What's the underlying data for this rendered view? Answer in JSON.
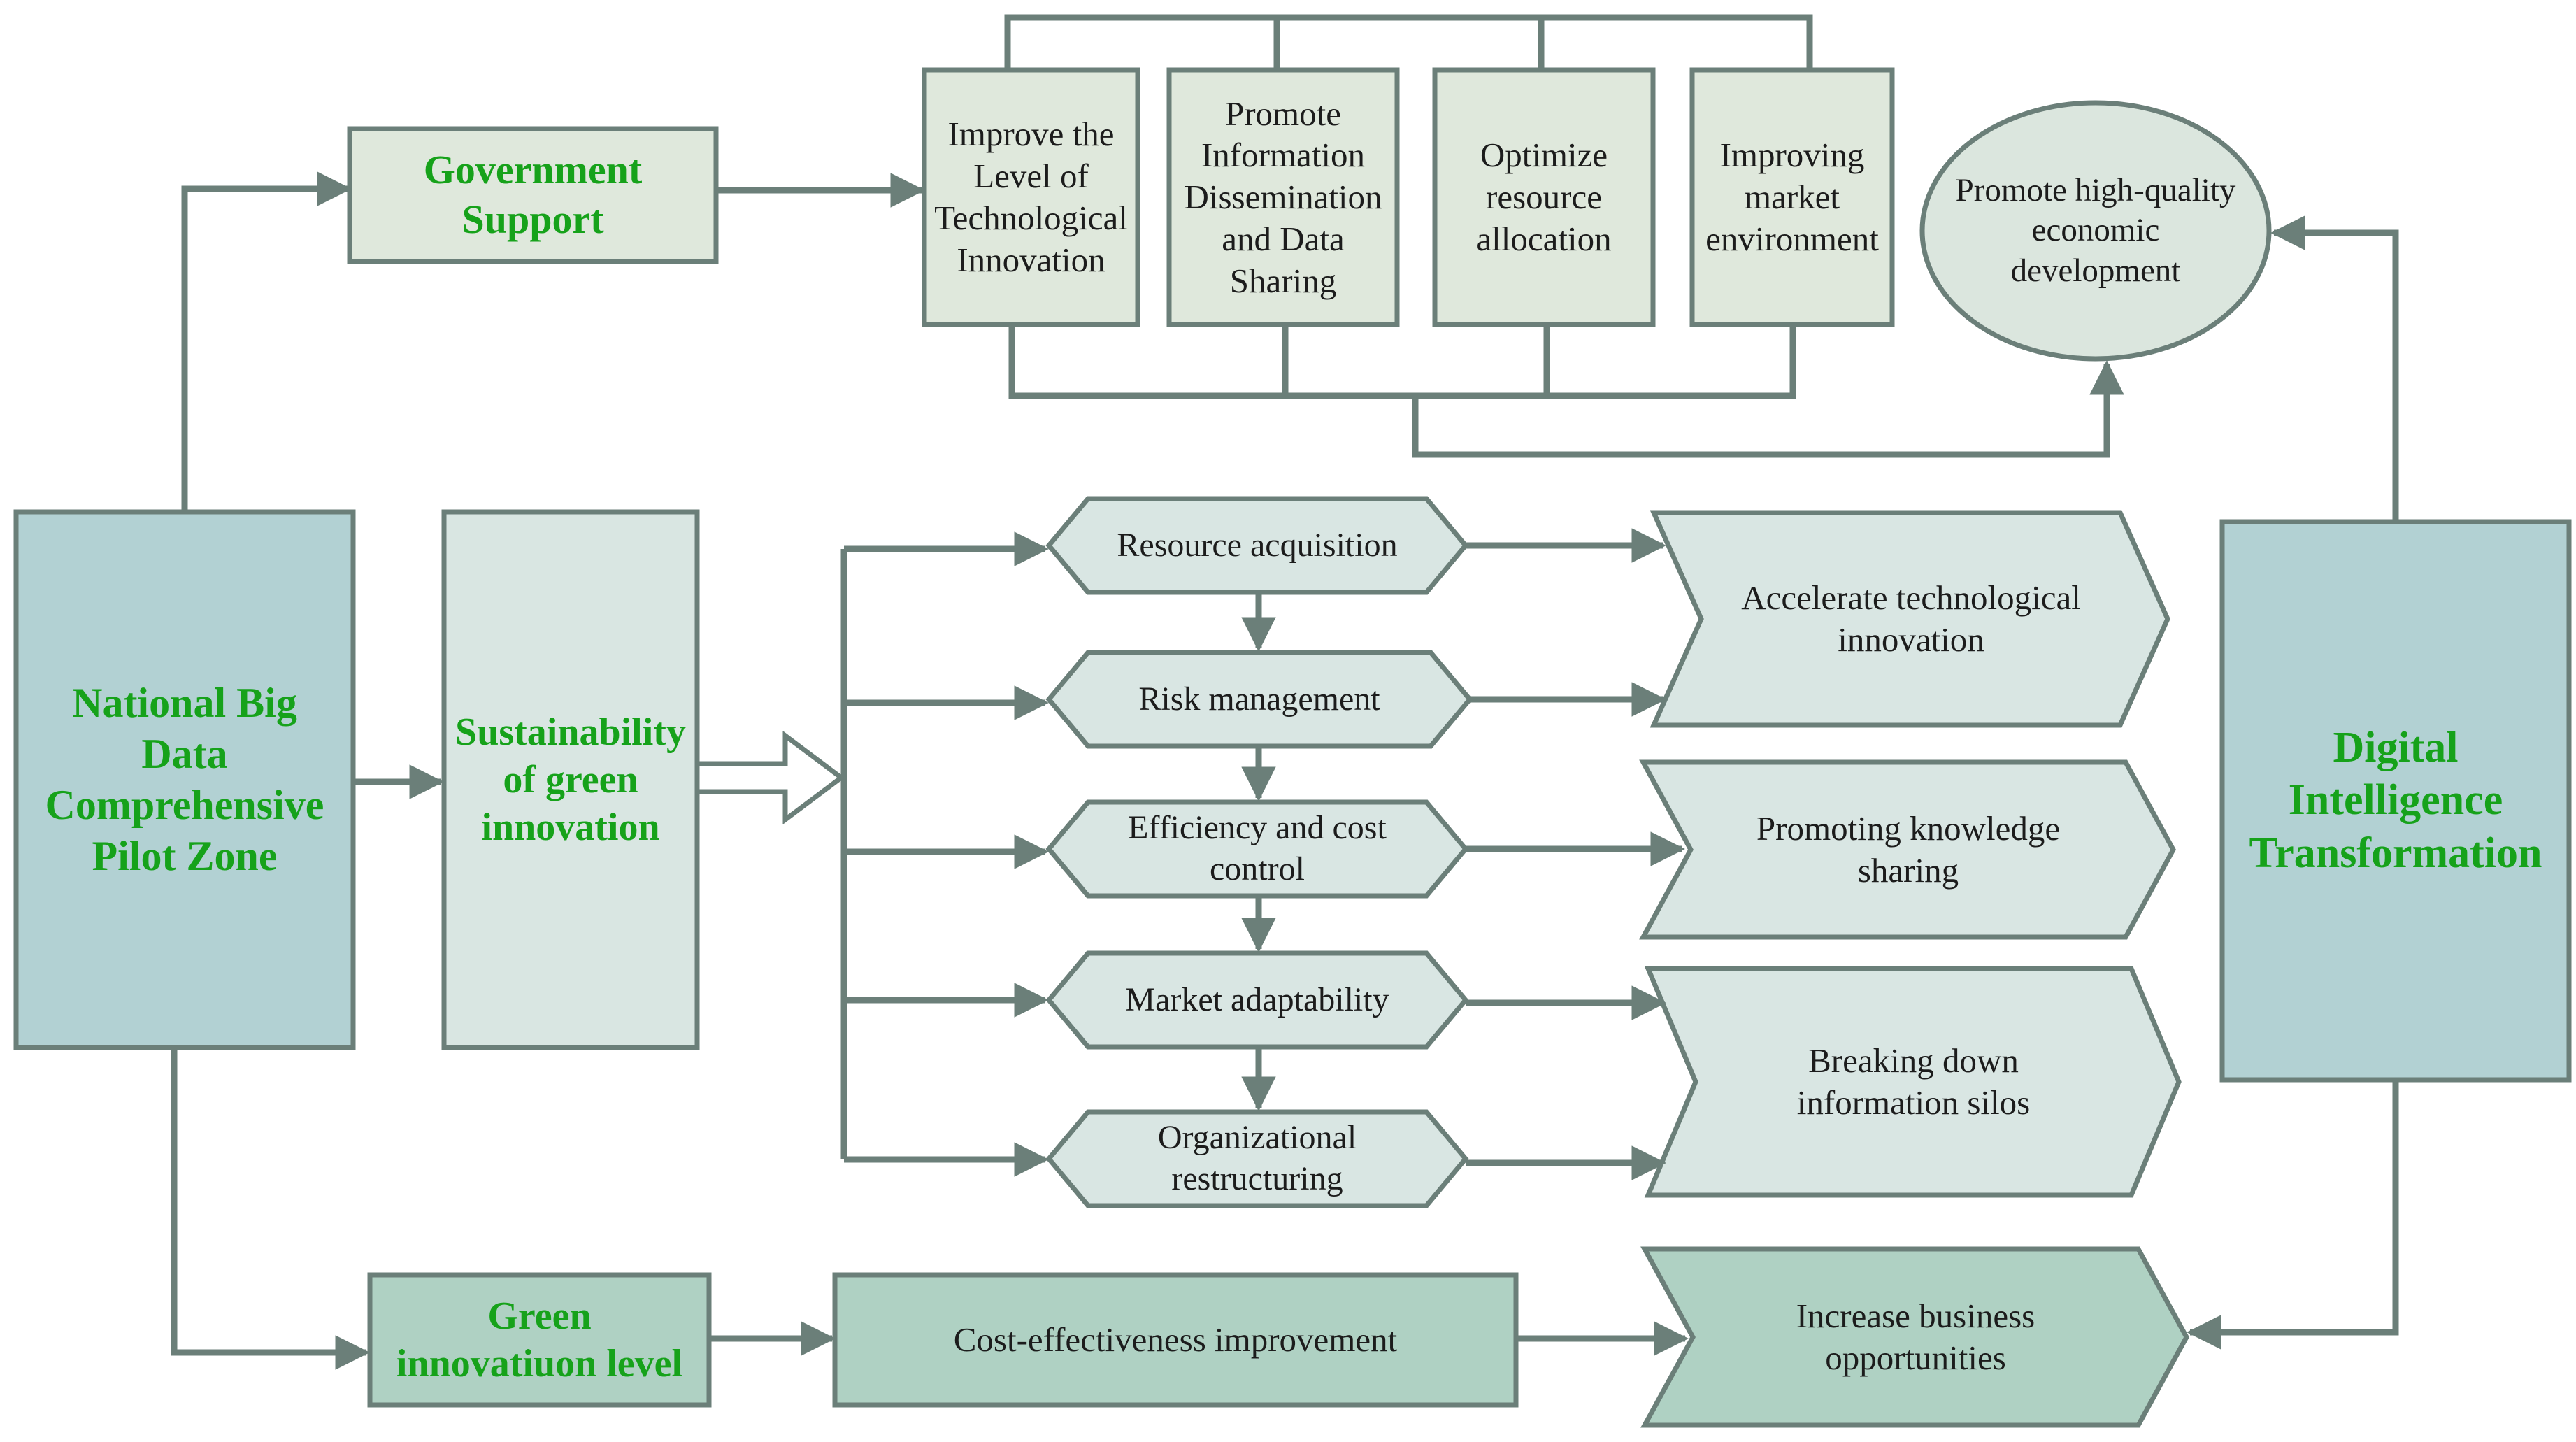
{
  "colors": {
    "stroke": "#6b7f79",
    "blue_box": "#b2d1d3",
    "pale_box": "#d9e6e2",
    "hex_fill": "#d9e6e3",
    "dark_green": "#afd1c3",
    "top_box": "#dfe8dc",
    "ellipse": "#dbe6de",
    "green_text": "#16a21a"
  },
  "diagram": {
    "pilot_zone": "National Big\nData\nComprehensive\nPilot Zone",
    "government_support": "Government\nSupport",
    "sustainability": "Sustainability\nof green\ninnovation",
    "green_level": "Green\ninnovatiuon level",
    "digital_transformation": "Digital\nIntelligence\nTransformation",
    "high_quality": "Promote high-quality\neconomic\ndevelopment",
    "top_boxes": [
      "Improve the\nLevel of\nTechnological\nInnovation",
      "Promote\nInformation\nDissemination\nand Data\nSharing",
      "Optimize\nresource\nallocation",
      "Improving\nmarket\nenvironment"
    ],
    "mechanisms": [
      "Resource acquisition",
      "Risk management",
      "Efficiency and cost\ncontrol",
      "Market adaptability",
      "Organizational\nrestructuring"
    ],
    "outcomes": [
      "Accelerate technological\ninnovation",
      "Promoting knowledge\nsharing",
      "Breaking down\ninformation silos",
      "Increase business\nopportunities"
    ],
    "cost_effectiveness": "Cost-effectiveness improvement"
  }
}
